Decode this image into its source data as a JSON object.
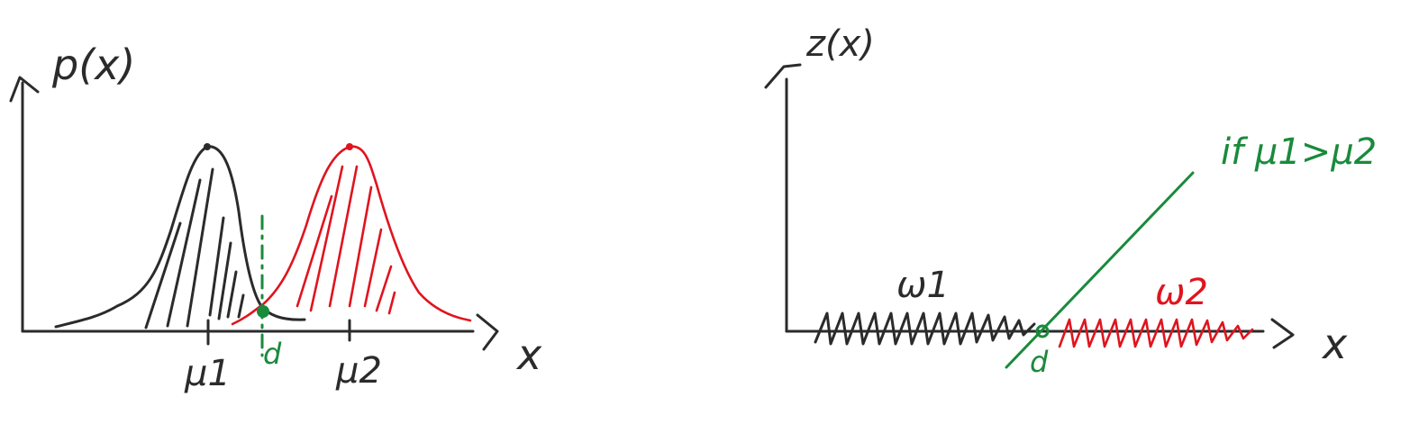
{
  "left_panel": {
    "y_axis_label": "p(x)",
    "x_axis_label": "x",
    "tick_labels": [
      "μ1",
      "μ2"
    ],
    "threshold_label": "d"
  },
  "right_panel": {
    "y_axis_label": "z(x)",
    "x_axis_label": "x",
    "line_annotation": "if μ1>μ2",
    "region_labels": [
      "ω1",
      "ω2"
    ],
    "threshold_label": "d"
  },
  "colors": {
    "ink": "#2b2b2b",
    "class1": "#2b2b2b",
    "class2": "#e0141e",
    "threshold": "#1a8a3c"
  }
}
